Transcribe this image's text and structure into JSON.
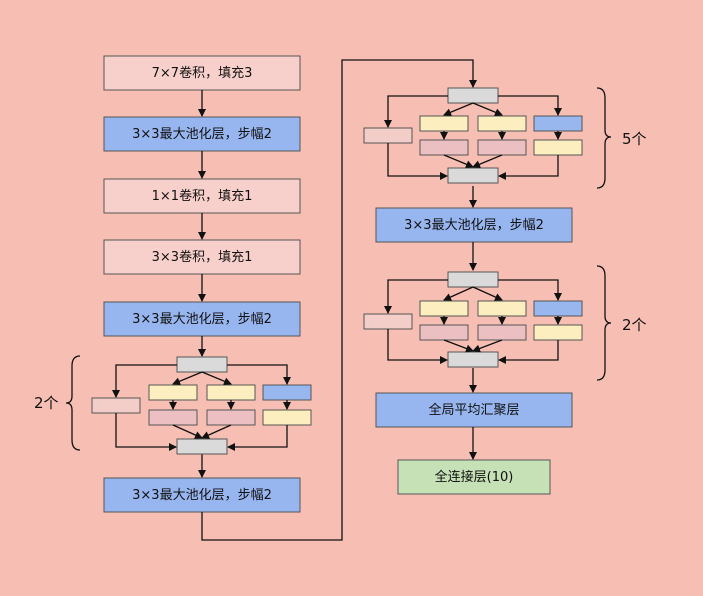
{
  "colors": {
    "background": "#F7BFB3",
    "conv": "#F7CFCB",
    "pool": "#97B5EE",
    "inception_left": "#F3CDC8",
    "inception_yellow": "#FCEEBE",
    "inception_pink": "#ECC0C2",
    "inception_blue": "#98B7EE",
    "inception_hub": "#DADADA",
    "fc": "#C6E1B6",
    "line": "#111111"
  },
  "left_column": {
    "conv7": "7×7卷积，填充3",
    "pool1": "3×3最大池化层，步幅2",
    "conv1": "1×1卷积，填充1",
    "conv3": "3×3卷积，填充1",
    "pool2": "3×3最大池化层，步幅2",
    "inception_repeat": "2个",
    "pool3": "3×3最大池化层，步幅2"
  },
  "right_column": {
    "inception1_repeat": "5个",
    "pool4": "3×3最大池化层，步幅2",
    "inception2_repeat": "2个",
    "gap": "全局平均汇聚层",
    "fc": "全连接层(10)"
  }
}
